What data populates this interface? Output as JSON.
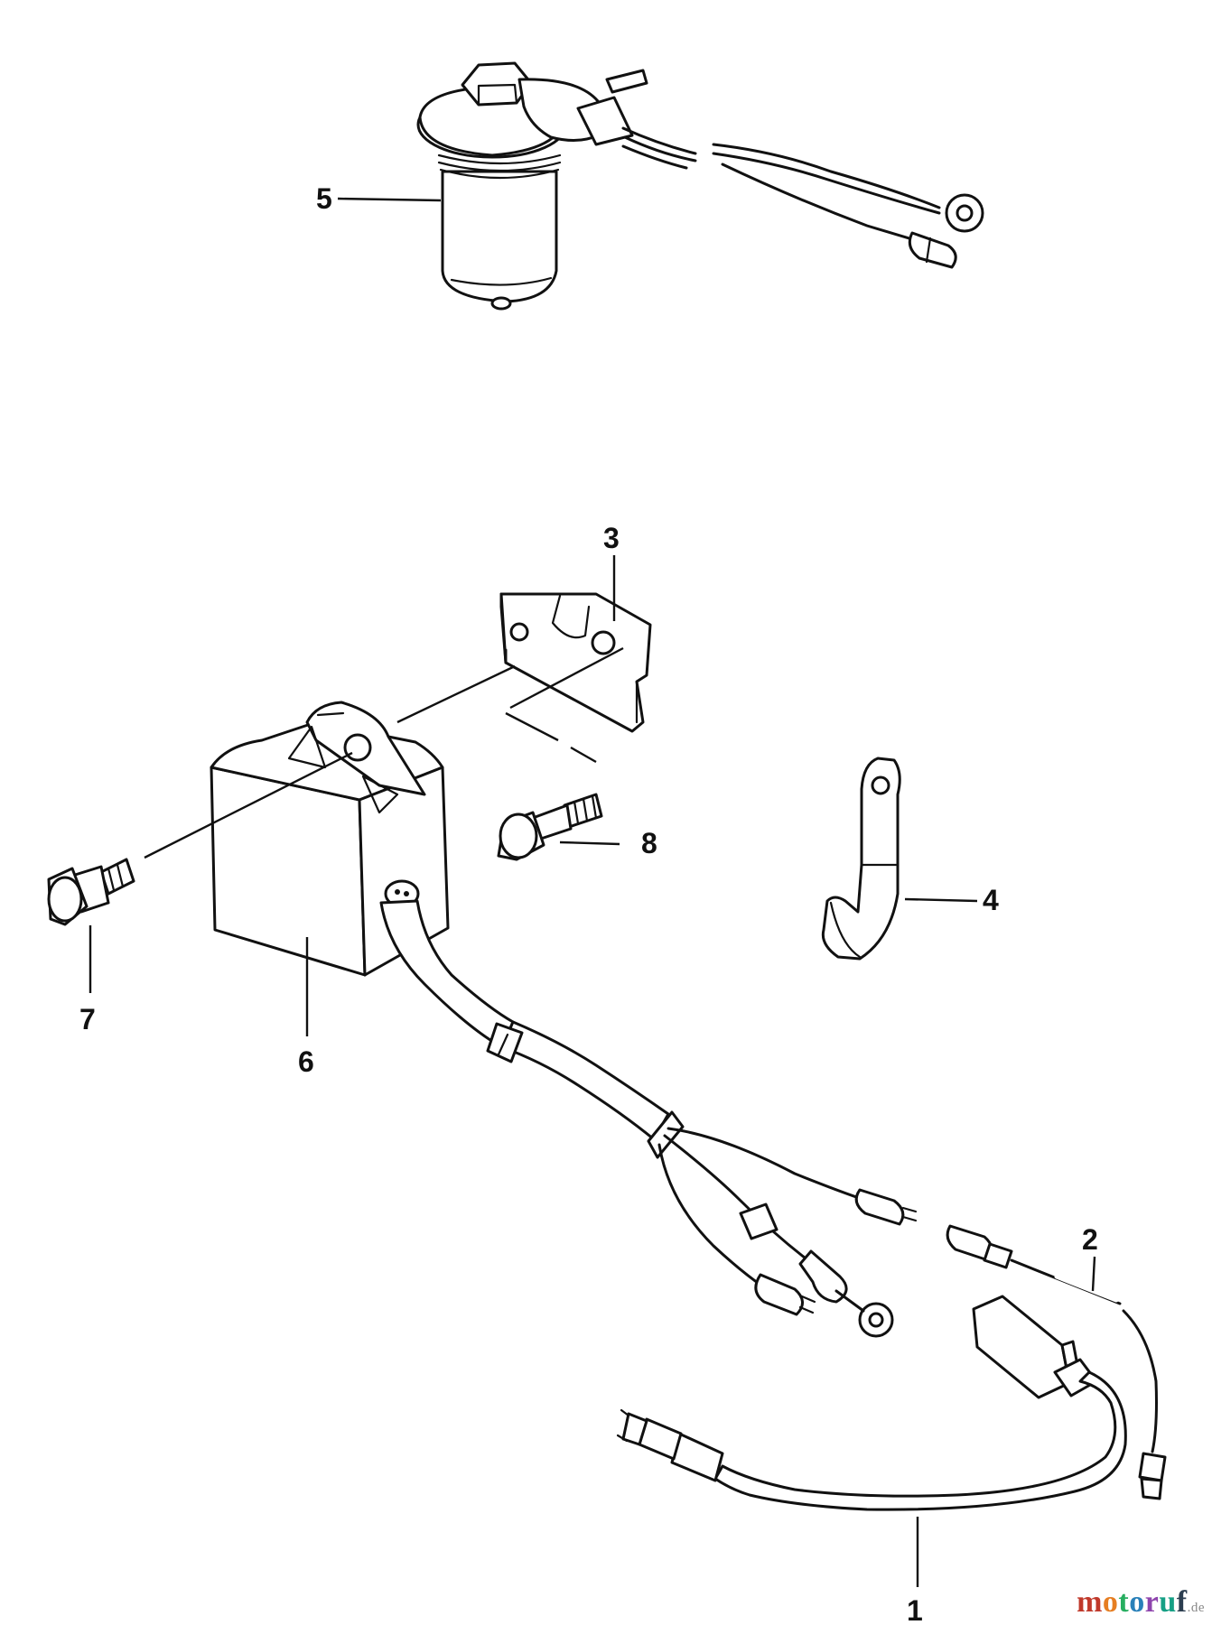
{
  "callouts": {
    "p1": "1",
    "p2": "2",
    "p3": "3",
    "p4": "4",
    "p5": "5",
    "p6": "6",
    "p7": "7",
    "p8": "8"
  },
  "watermark": {
    "m": "m",
    "o1": "o",
    "t": "t",
    "o2": "o",
    "r": "r",
    "u": "u",
    "f": "f",
    "suffix": ".de",
    "colors": [
      "#c0392b",
      "#e67e22",
      "#27ae60",
      "#2980b9",
      "#8e44ad",
      "#16a085",
      "#2c3e50"
    ]
  }
}
